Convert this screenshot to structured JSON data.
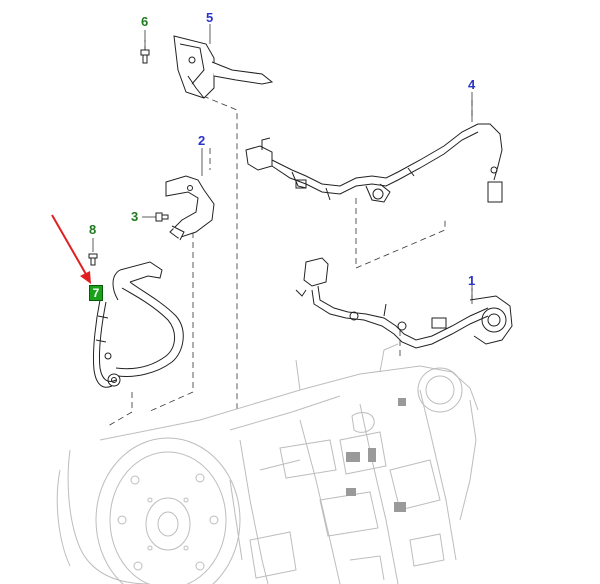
{
  "colors": {
    "callout_blue": "#2a35c8",
    "callout_green": "#1f7a1f",
    "highlight_green": "#1aa11a",
    "arrow_red": "#e02020",
    "line": "#222222",
    "ghost_line": "#bdbdbd"
  },
  "callouts": {
    "c1": "1",
    "c2": "2",
    "c3": "3",
    "c4": "4",
    "c5": "5",
    "c6": "6",
    "c7": "7",
    "c8": "8"
  }
}
